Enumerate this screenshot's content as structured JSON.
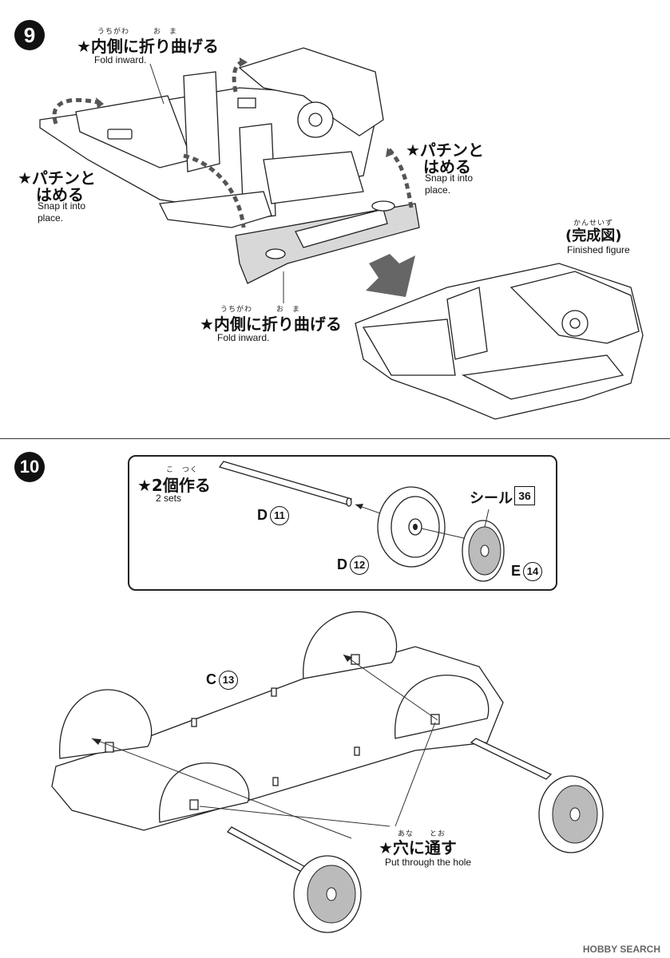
{
  "step9": {
    "number": "9",
    "fold_top": {
      "ruby": "うちがわ　　　お　ま",
      "jp": "★内側に折り曲げる",
      "en": "Fold inward."
    },
    "snap_left": {
      "jp_line1": "★パチンと",
      "jp_line2": "はめる",
      "en_line1": "Snap it into",
      "en_line2": "place."
    },
    "snap_right": {
      "jp_line1": "★パチンと",
      "jp_line2": "はめる",
      "en_line1": "Snap it into",
      "en_line2": "place."
    },
    "fold_bottom": {
      "ruby": "うちがわ　　　お　ま",
      "jp": "★内側に折り曲げる",
      "en": "Fold inward."
    },
    "finished": {
      "ruby": "かんせいず",
      "jp": "(完成図)",
      "en": "Finished figure"
    }
  },
  "step10": {
    "number": "10",
    "two_sets": {
      "ruby": "こ　つく",
      "jp": "★2個作る",
      "en": "2 sets"
    },
    "sticker": {
      "label": "シール",
      "number": "36"
    },
    "parts": {
      "d11": {
        "letter": "D",
        "number": "11"
      },
      "d12": {
        "letter": "D",
        "number": "12"
      },
      "e14": {
        "letter": "E",
        "number": "14"
      },
      "c13": {
        "letter": "C",
        "number": "13"
      }
    },
    "through_hole": {
      "ruby": "あな　　とお",
      "jp": "★穴に通す",
      "en": "Put through the hole"
    }
  },
  "watermark": "HOBBY SEARCH"
}
